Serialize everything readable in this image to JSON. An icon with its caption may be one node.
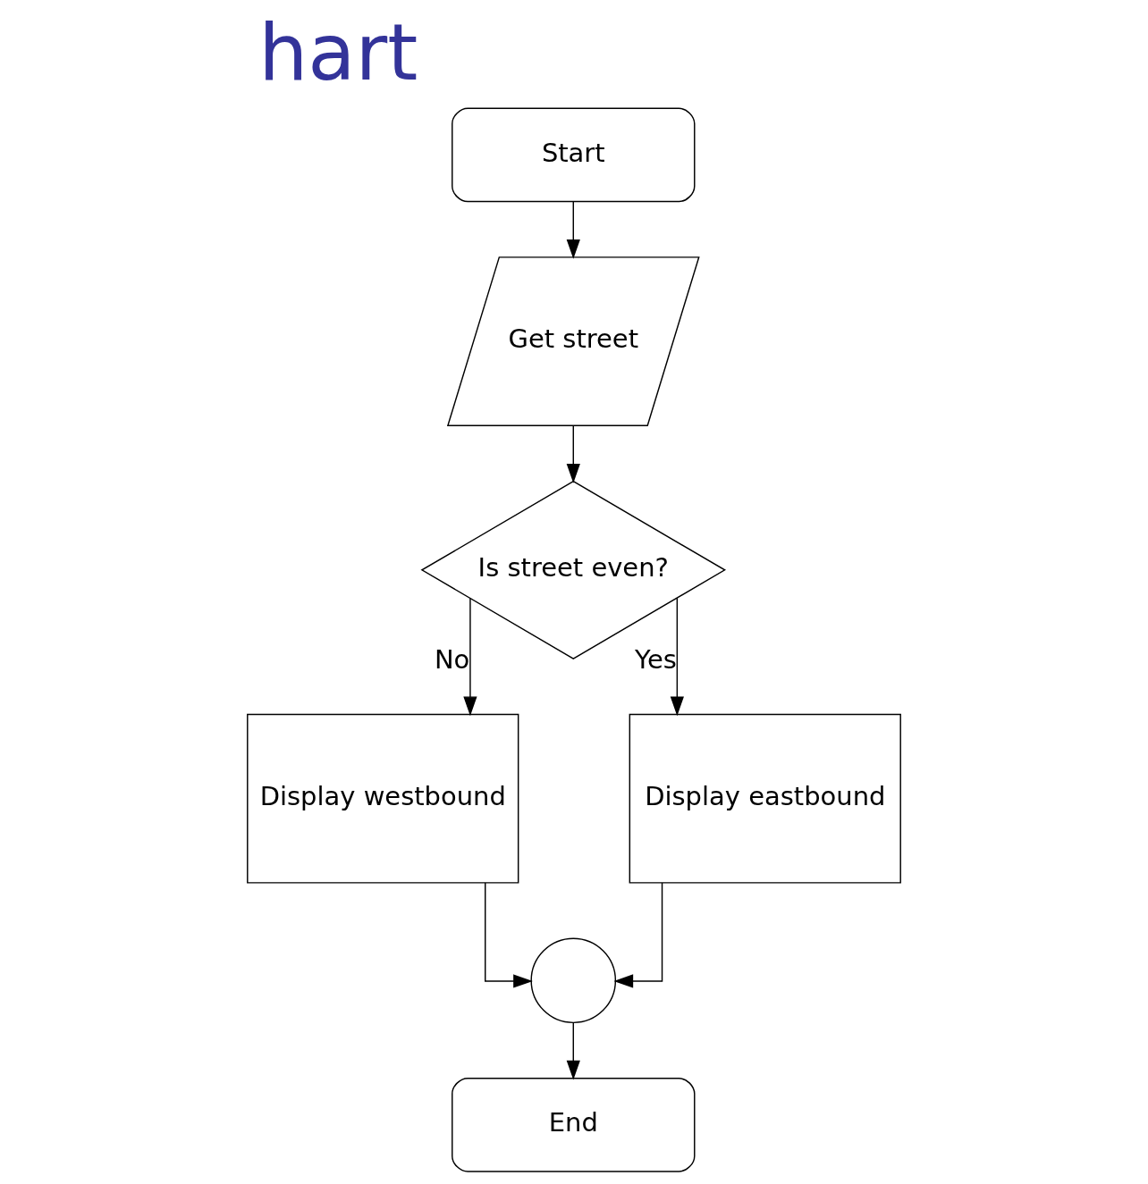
{
  "diagram": {
    "title": "hart",
    "nodes": [
      {
        "text": [
          "Start"
        ]
      },
      {
        "text": [
          "Get street"
        ]
      },
      {
        "text": [
          "Is street even?"
        ]
      },
      {
        "text": [
          "Display westbound"
        ]
      },
      {
        "text": [
          "Display eastbound"
        ]
      },
      {
        "text": [],
        "shape": "circle"
      },
      {
        "text": [
          "End"
        ]
      }
    ],
    "edges": [
      {
        "from": 0,
        "to": 1,
        "arrow": "to"
      },
      {
        "from": 1,
        "to": 2,
        "arrow": "to"
      },
      {
        "from": 2,
        "to": 3,
        "label": "No",
        "arrow": "to"
      },
      {
        "from": 2,
        "to": 4,
        "label": "Yes",
        "arrow": "to"
      },
      {
        "from": 3,
        "to": 5,
        "arrow": "to"
      },
      {
        "from": 4,
        "to": 5,
        "arrow": "to"
      },
      {
        "from": 5,
        "to": 6,
        "arrow": "to"
      }
    ]
  }
}
